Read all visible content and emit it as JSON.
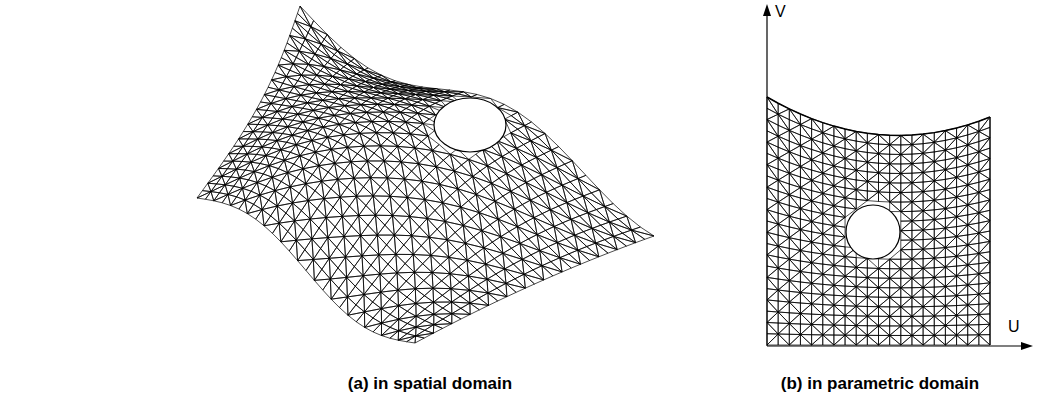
{
  "diagram": {
    "labels": [
      "V",
      "U",
      "(a) in spatial domain",
      "(b) in parametric domain"
    ]
  }
}
